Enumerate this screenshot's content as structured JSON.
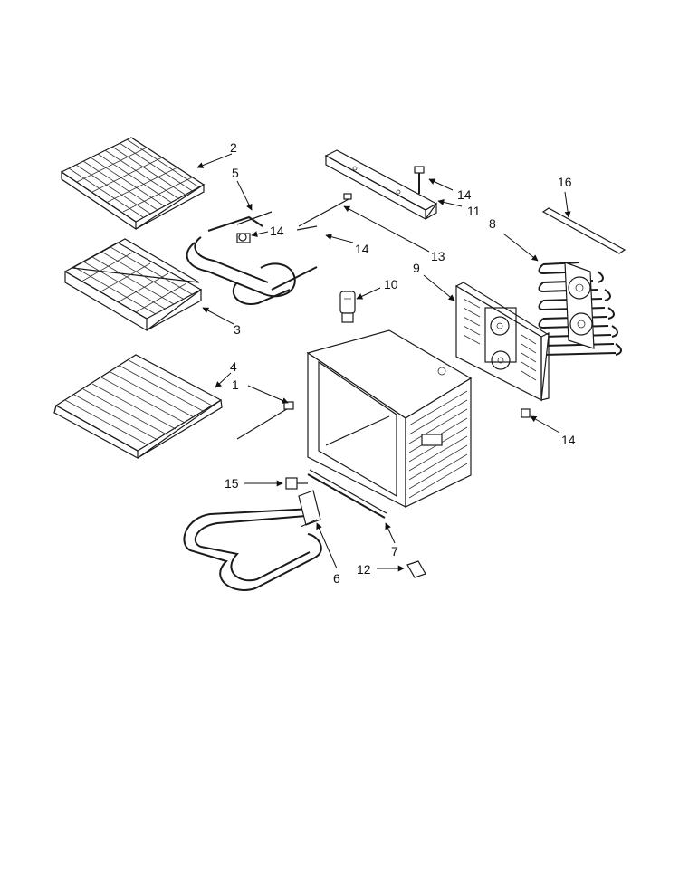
{
  "callouts": [
    {
      "id": "c2",
      "label": "2"
    },
    {
      "id": "c5",
      "label": "5"
    },
    {
      "id": "c14a",
      "label": "14"
    },
    {
      "id": "c14b",
      "label": "14"
    },
    {
      "id": "c3",
      "label": "3"
    },
    {
      "id": "c4",
      "label": "4"
    },
    {
      "id": "c1",
      "label": "1"
    },
    {
      "id": "c14c",
      "label": "14"
    },
    {
      "id": "c11",
      "label": "11"
    },
    {
      "id": "c13",
      "label": "13"
    },
    {
      "id": "c16",
      "label": "16"
    },
    {
      "id": "c8",
      "label": "8"
    },
    {
      "id": "c9",
      "label": "9"
    },
    {
      "id": "c10",
      "label": "10"
    },
    {
      "id": "c14d",
      "label": "14"
    },
    {
      "id": "c15",
      "label": "15"
    },
    {
      "id": "c7",
      "label": "7"
    },
    {
      "id": "c6",
      "label": "6"
    },
    {
      "id": "c12",
      "label": "12"
    }
  ],
  "colors": {
    "line": "#1a1a1a",
    "background": "#ffffff"
  }
}
